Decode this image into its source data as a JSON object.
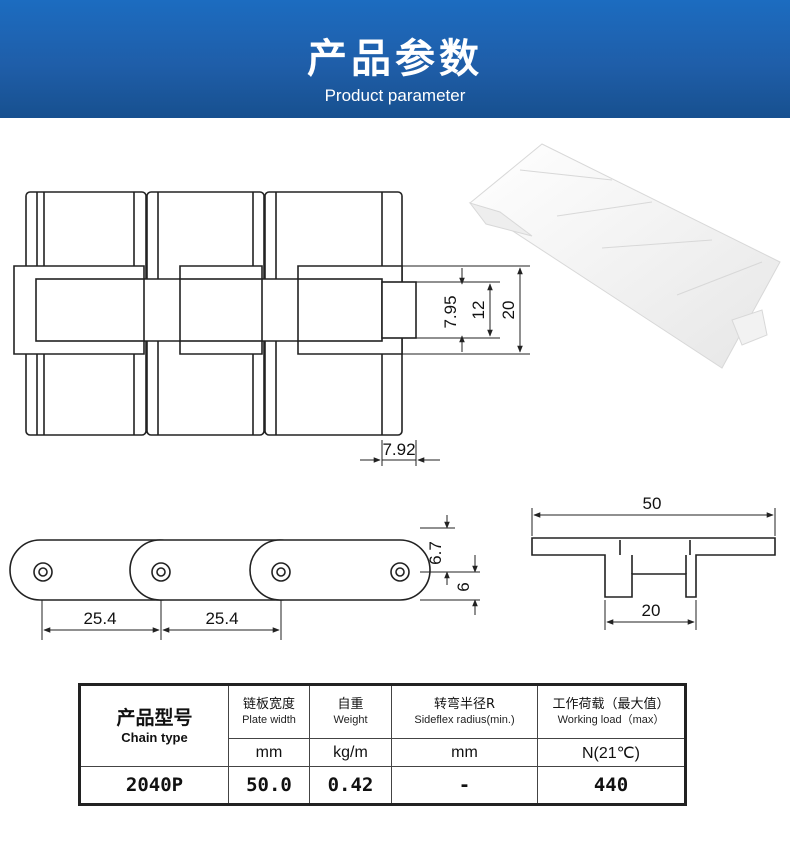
{
  "header": {
    "title": "产品参数",
    "subtitle": "Product parameter"
  },
  "drawing": {
    "top_view": {
      "dim_795": "7.95",
      "dim_12": "12",
      "dim_20": "20",
      "dim_792": "7.92"
    },
    "side_view": {
      "dim_67": "6.7",
      "dim_6": "6",
      "pitch_1": "25.4",
      "pitch_2": "25.4"
    },
    "section_view": {
      "width": "50",
      "inner": "20"
    }
  },
  "table": {
    "headers": {
      "model_cn": "产品型号",
      "model_en": "Chain type",
      "plate_cn": "链板宽度",
      "plate_en": "Plate width",
      "weight_cn": "自重",
      "weight_en": "Weight",
      "radius_cn": "转弯半径R",
      "radius_en": "Sideflex radius(min.)",
      "load_cn": "工作荷载（最大值）",
      "load_en": "Working load（max）"
    },
    "units": {
      "plate": "mm",
      "weight": "kg/m",
      "radius": "mm",
      "load": "N(21℃)"
    },
    "row": {
      "model": "2040P",
      "plate": "50.0",
      "weight": "0.42",
      "radius": "-",
      "load": "440"
    }
  },
  "colors": {
    "banner": "#1f5ea9",
    "line": "#222222"
  }
}
